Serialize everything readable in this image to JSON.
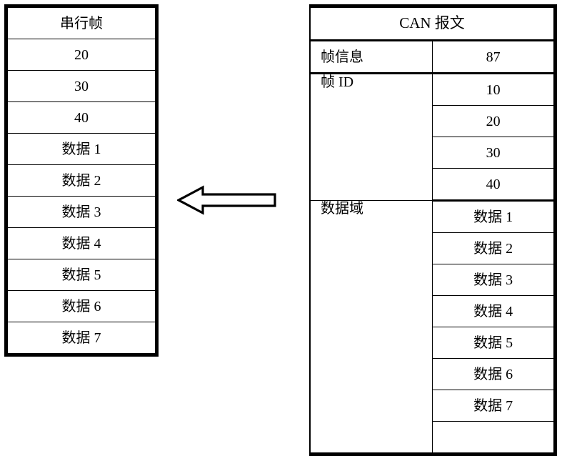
{
  "colors": {
    "orange": "#C55A11",
    "blue": "#2F3C93",
    "black": "#000000",
    "background": "#FFFFFF"
  },
  "serial_frame": {
    "title": "串行帧",
    "rows": [
      {
        "value": "20",
        "color": "orange"
      },
      {
        "value": "30",
        "color": "orange"
      },
      {
        "value": "40",
        "color": "orange"
      },
      {
        "value": "数据 1",
        "color": "blue"
      },
      {
        "value": "数据 2",
        "color": "blue"
      },
      {
        "value": "数据 3",
        "color": "blue"
      },
      {
        "value": "数据 4",
        "color": "blue"
      },
      {
        "value": "数据 5",
        "color": "blue"
      },
      {
        "value": "数据 6",
        "color": "blue"
      },
      {
        "value": "数据 7",
        "color": "blue"
      }
    ]
  },
  "can_message": {
    "title": "CAN 报文",
    "fields": [
      {
        "label": "帧信息",
        "values": [
          {
            "value": "87",
            "color": "black"
          }
        ]
      },
      {
        "label": "帧 ID",
        "values": [
          {
            "value": "10",
            "color": "black"
          },
          {
            "value": "20",
            "color": "orange"
          },
          {
            "value": "30",
            "color": "orange"
          },
          {
            "value": "40",
            "color": "orange"
          }
        ]
      },
      {
        "label": "数据域",
        "values": [
          {
            "value": "数据 1",
            "color": "blue"
          },
          {
            "value": "数据 2",
            "color": "blue"
          },
          {
            "value": "数据 3",
            "color": "blue"
          },
          {
            "value": "数据 4",
            "color": "blue"
          },
          {
            "value": "数据 5",
            "color": "blue"
          },
          {
            "value": "数据 6",
            "color": "blue"
          },
          {
            "value": "数据 7",
            "color": "blue"
          },
          {
            "value": "",
            "color": "black"
          }
        ]
      }
    ]
  },
  "arrow": {
    "direction": "left",
    "icon": "left-arrow-icon"
  }
}
